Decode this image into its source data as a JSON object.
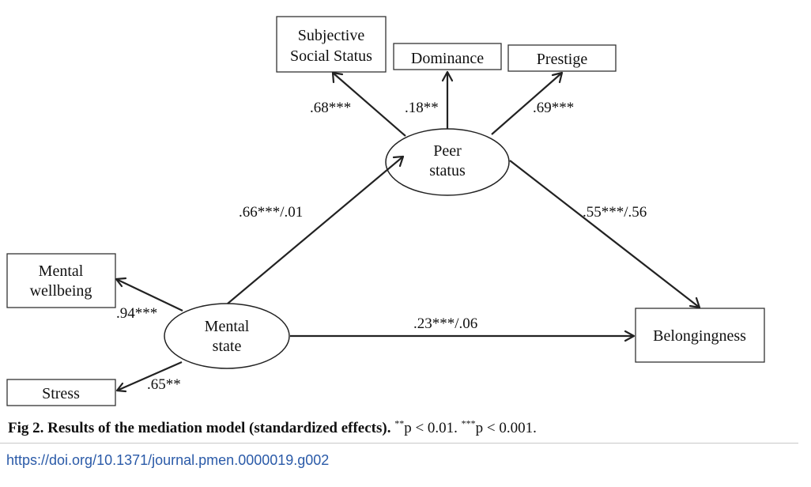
{
  "nodes": {
    "subjective_social_status": [
      "Subjective",
      "Social Status"
    ],
    "dominance": [
      "Dominance"
    ],
    "prestige": [
      "Prestige"
    ],
    "peer_status": [
      "Peer",
      "status"
    ],
    "mental_wellbeing": [
      "Mental",
      "wellbeing"
    ],
    "mental_state": [
      "Mental",
      "state"
    ],
    "stress": [
      "Stress"
    ],
    "belongingness": [
      "Belongingness"
    ]
  },
  "edges": {
    "peer_to_sss": ".68***",
    "peer_to_dominance": ".18**",
    "peer_to_prestige": ".69***",
    "mental_to_peer": ".66***/.01",
    "peer_to_belongingness": ".55***/.56",
    "mental_to_wellbeing": ".94***",
    "mental_to_stress": ".65**",
    "mental_to_belongingness": ".23***/.06"
  },
  "caption": {
    "label": "Fig 2.",
    "title": "Results of the mediation model (standardized effects).",
    "note_sig2": "**",
    "note_text2": "p < 0.01.",
    "note_sig3": "***",
    "note_text3": "p < 0.001."
  },
  "doi": "https://doi.org/10.1371/journal.pmen.0000019.g002"
}
